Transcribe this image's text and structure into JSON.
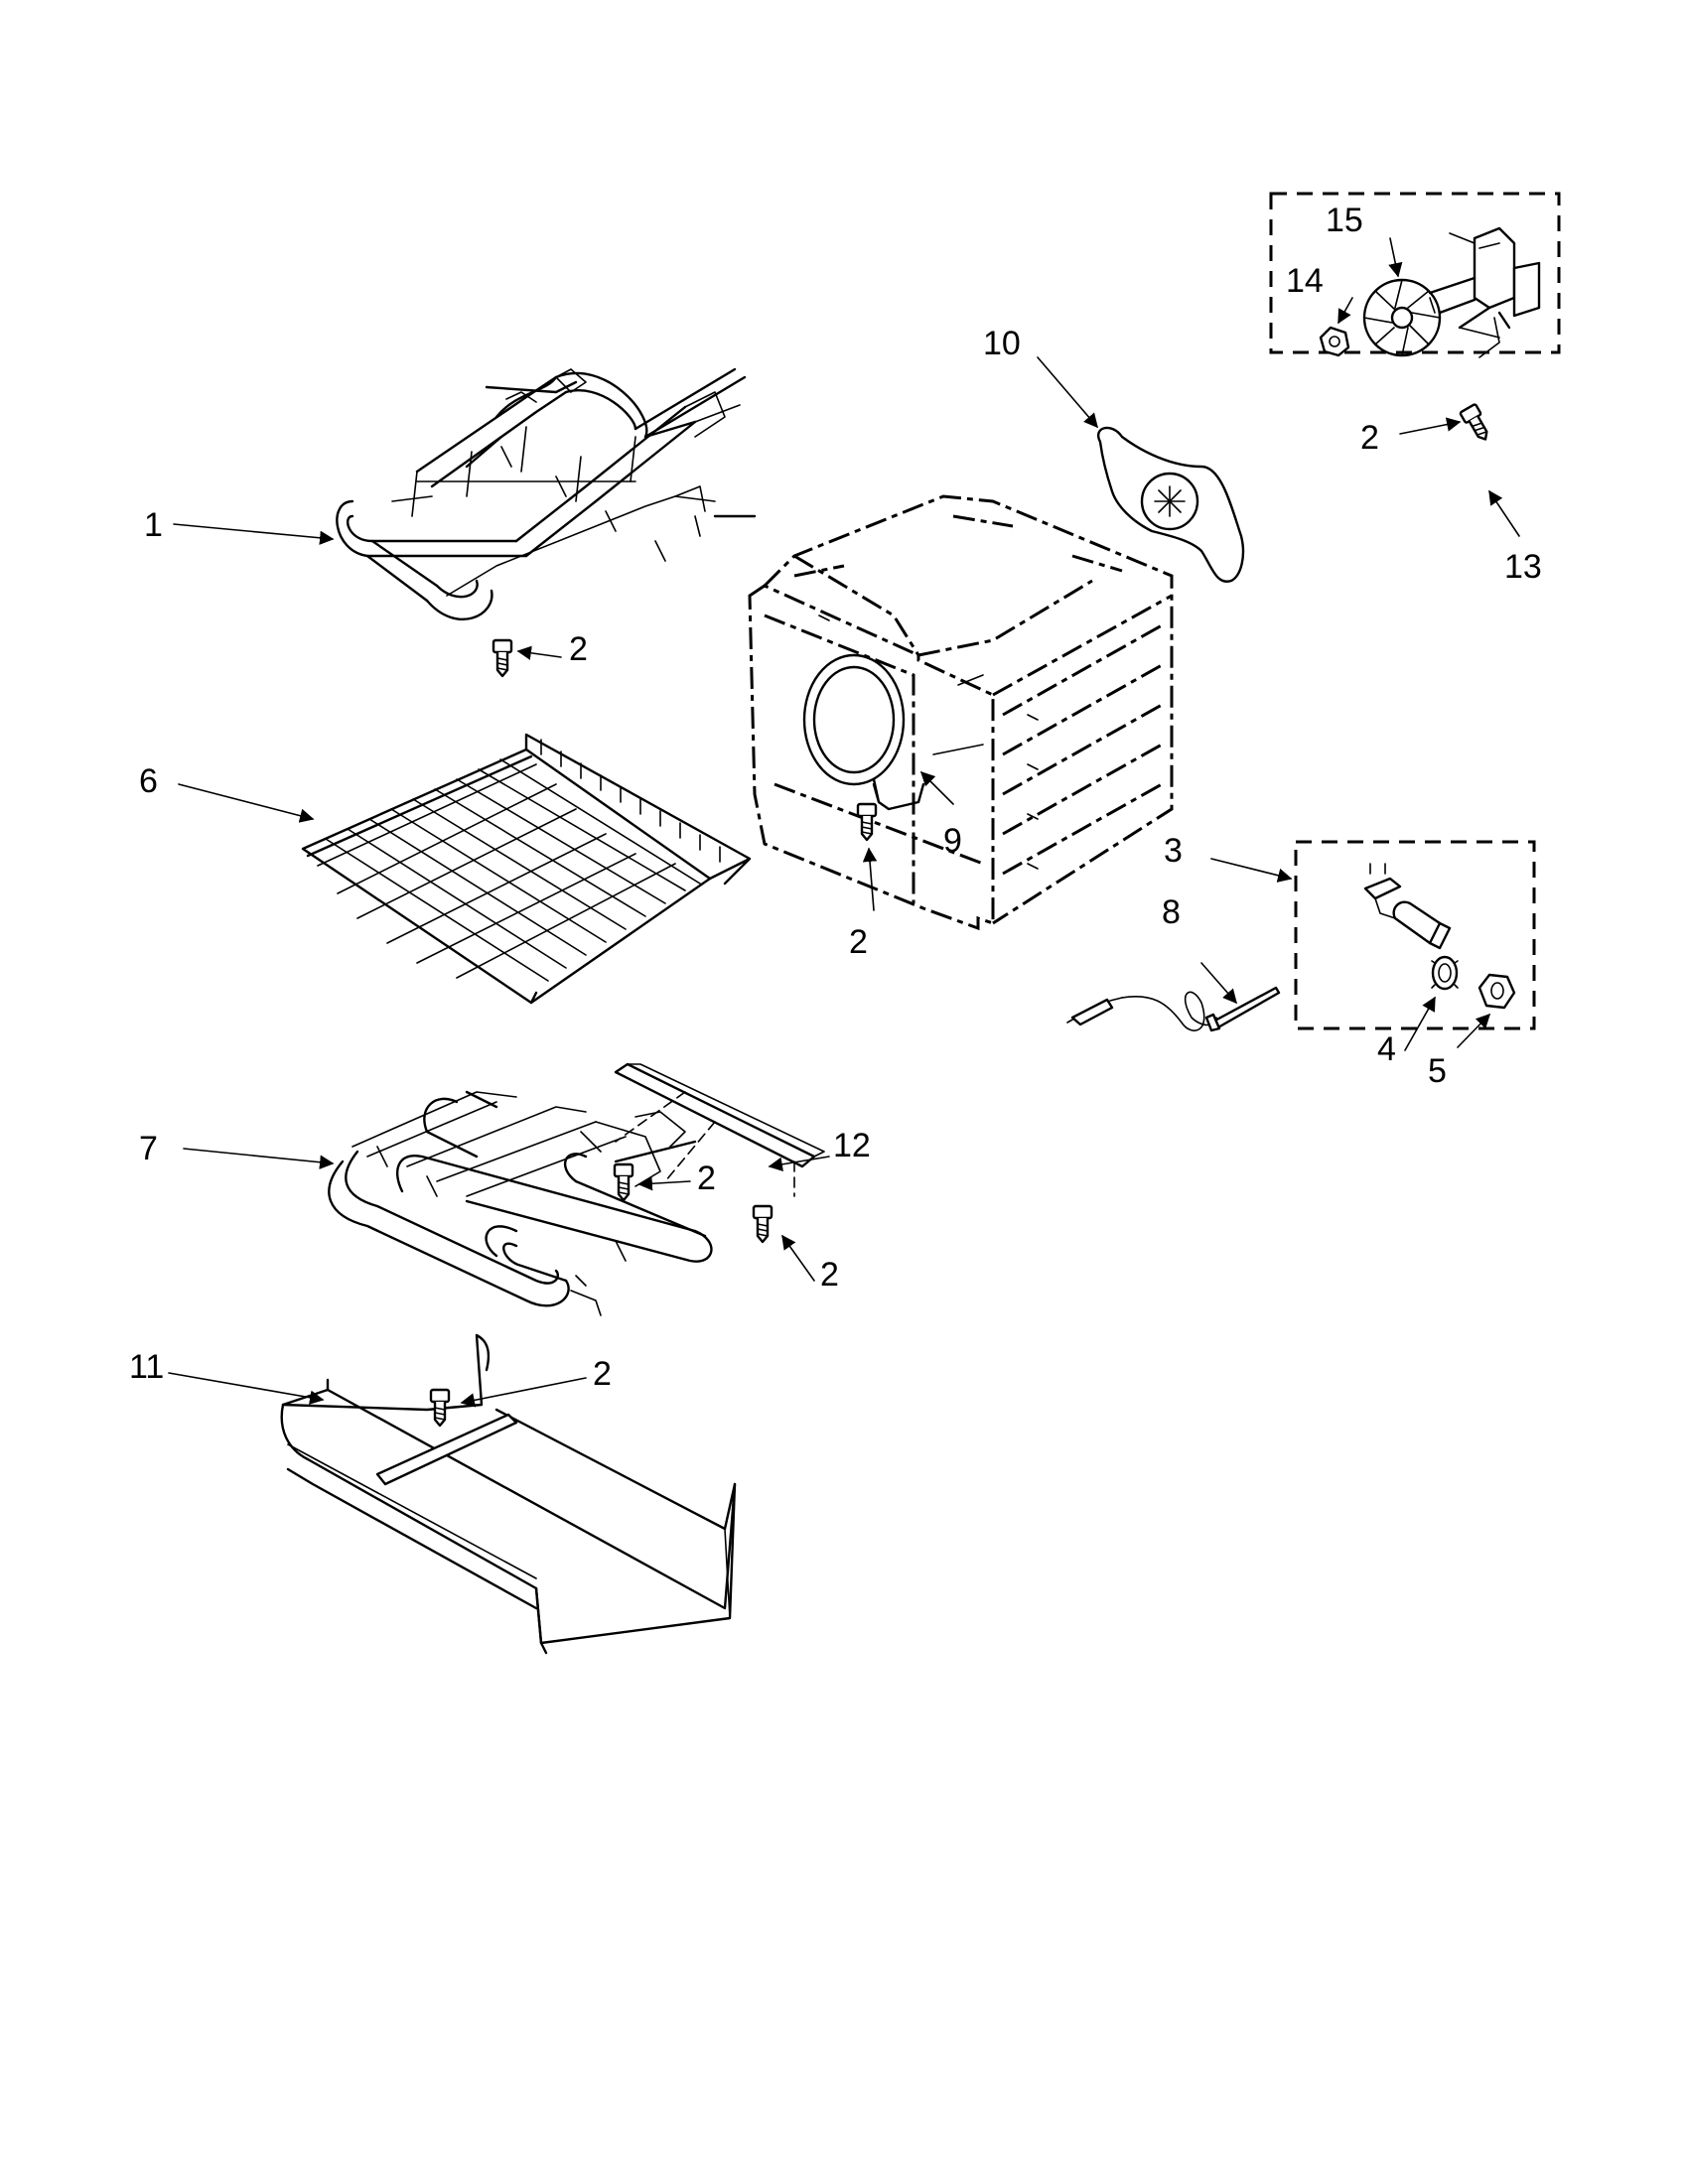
{
  "callouts": {
    "c1": "1",
    "c2a": "2",
    "c2b": "2",
    "c2c": "2",
    "c2d": "2",
    "c2e": "2",
    "c2f": "2",
    "c3": "3",
    "c4": "4",
    "c5": "5",
    "c6": "6",
    "c7": "7",
    "c8": "8",
    "c9": "9",
    "c10": "10",
    "c11": "11",
    "c12": "12",
    "c13": "13",
    "c14": "14",
    "c15": "15"
  },
  "icons": [
    "broil-element",
    "screw",
    "oven-rack",
    "bake-element",
    "bottom-panel",
    "element-bracket",
    "oven-cavity",
    "convection-fan-guard",
    "convection-motor",
    "fan-blade",
    "nut",
    "sensor",
    "lock-washer",
    "meat-probe"
  ],
  "colors": {
    "line": "#000000",
    "background": "#ffffff"
  }
}
